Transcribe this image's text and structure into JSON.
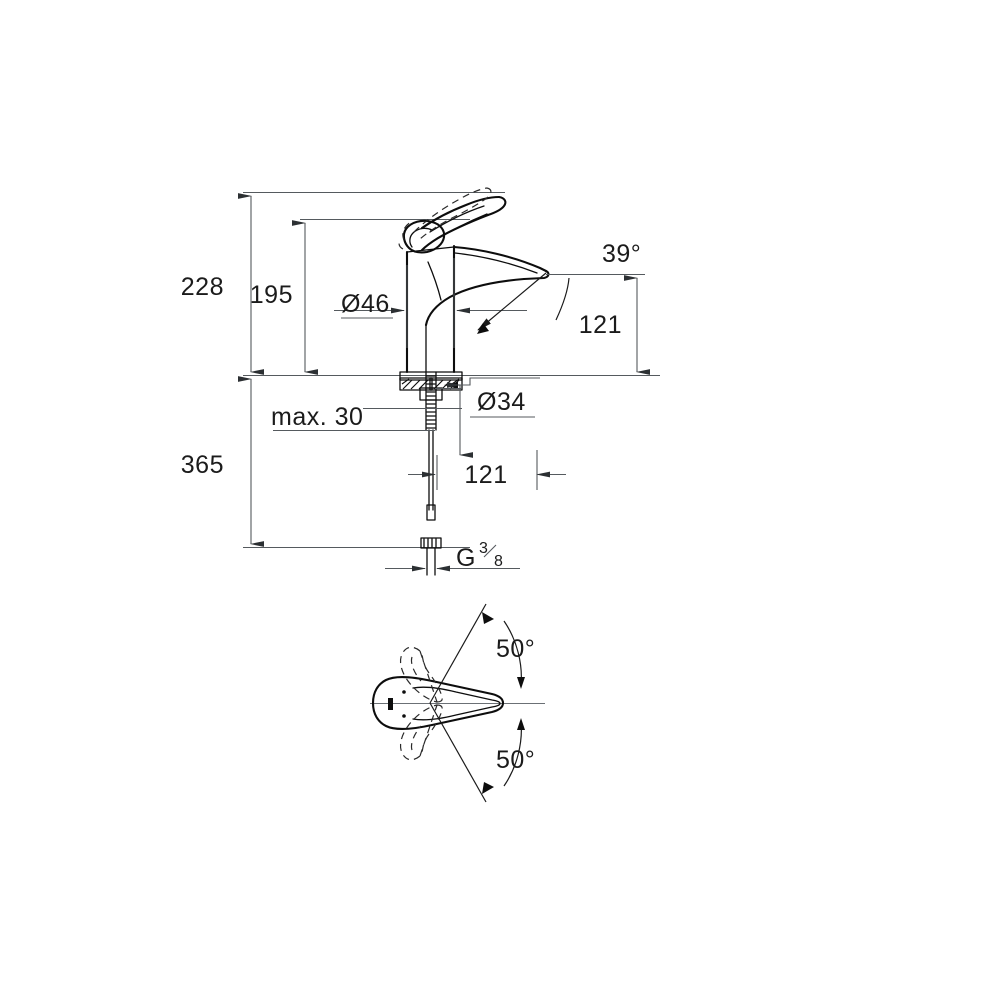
{
  "drawing": {
    "title": "Single-lever basin mixer dimensional drawing",
    "background_color": "#ffffff",
    "line_color": "#0d0d0d",
    "dimension_line_color": "#555a5e",
    "views": [
      {
        "name": "side-elevation",
        "description": "Side elevation of single-lever basin mixer with mounting shank and connection hose"
      },
      {
        "name": "top-plan",
        "description": "Top plan view of spout showing swivel range"
      }
    ],
    "dimensions": {
      "total_height": "228",
      "spout_top_height": "195",
      "body_diameter": "Ø46",
      "spout_angle": "39",
      "spout_projection": "121",
      "mounting_hole_diameter": "Ø34",
      "max_deck_thickness": "max. 30",
      "overall_depth": "365",
      "shank_to_hose": "121",
      "thread_label": "G",
      "thread_numerator": "3",
      "thread_denominator": "8",
      "swivel_upper": "50",
      "swivel_lower": "50",
      "degree_symbol": "°"
    },
    "labels": {
      "height_228": "228",
      "height_195": "195",
      "diameter_46": "Ø46",
      "angle_39": "39°",
      "projection_121": "121",
      "diameter_34": "Ø34",
      "deck_max_30": "max. 30",
      "depth_365": "365",
      "offset_121": "121",
      "thread_g": "G",
      "thread_frac_num": "3",
      "thread_frac_den": "8",
      "swivel_top_50": "50°",
      "swivel_bottom_50": "50°"
    }
  }
}
